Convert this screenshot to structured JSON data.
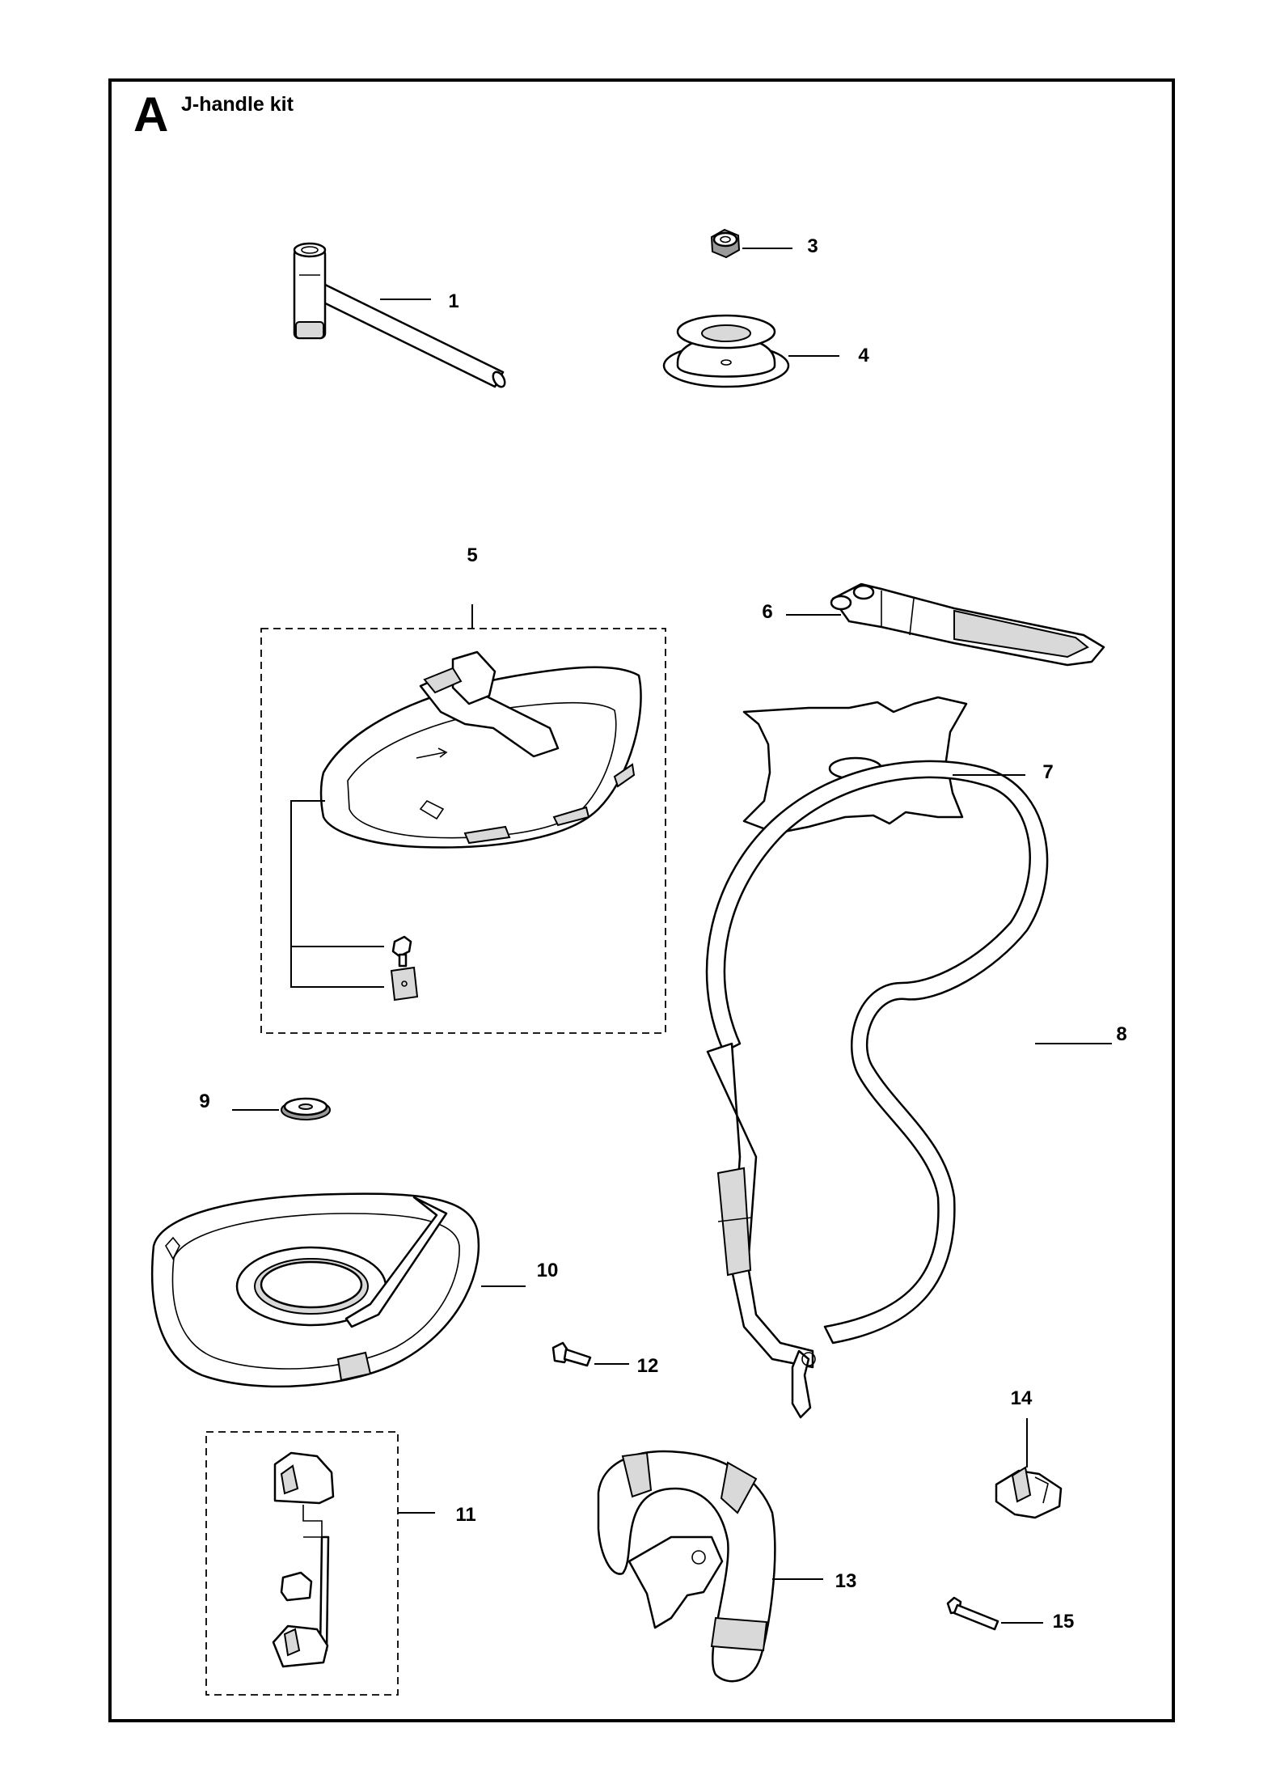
{
  "header": {
    "section_letter": "A",
    "title": "J-handle kit"
  },
  "callouts": [
    {
      "id": "1",
      "label": "1"
    },
    {
      "id": "3",
      "label": "3"
    },
    {
      "id": "4",
      "label": "4"
    },
    {
      "id": "5",
      "label": "5"
    },
    {
      "id": "6",
      "label": "6"
    },
    {
      "id": "7",
      "label": "7"
    },
    {
      "id": "8",
      "label": "8"
    },
    {
      "id": "9",
      "label": "9"
    },
    {
      "id": "10",
      "label": "10"
    },
    {
      "id": "11",
      "label": "11"
    },
    {
      "id": "12",
      "label": "12"
    },
    {
      "id": "13",
      "label": "13"
    },
    {
      "id": "14",
      "label": "14"
    },
    {
      "id": "15",
      "label": "15"
    }
  ]
}
